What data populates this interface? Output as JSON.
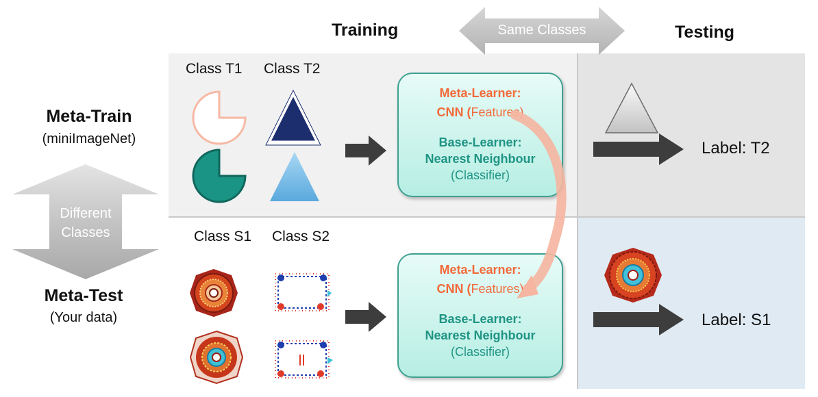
{
  "headers": {
    "training": "Training",
    "testing": "Testing",
    "same_classes": "Same Classes"
  },
  "meta_train": {
    "title": "Meta-Train",
    "subtitle": "(miniImageNet)"
  },
  "meta_test": {
    "title": "Meta-Test",
    "subtitle": "(Your data)"
  },
  "different_classes": {
    "line1": "Different",
    "line2": "Classes"
  },
  "train_classes": {
    "c1": "Class T1",
    "c2": "Class T2"
  },
  "test_classes": {
    "c1": "Class S1",
    "c2": "Class S2"
  },
  "learner_box": {
    "meta_learner": "Meta-Learner:",
    "cnn": "CNN (",
    "features": "Features)",
    "base_learner": "Base-Learner:",
    "nearest": "Nearest Neighbour",
    "classifier": "(Classifier)"
  },
  "labels": {
    "top": "Label: T2",
    "bottom": "Label: S1"
  },
  "colors": {
    "accent_orange": "#f26a3a",
    "teal_text": "#1f9484",
    "panel_grey": "#f0f0f0",
    "panel_test_grey": "#e4e4e4",
    "panel_test_blue": "#dfeaf3"
  }
}
